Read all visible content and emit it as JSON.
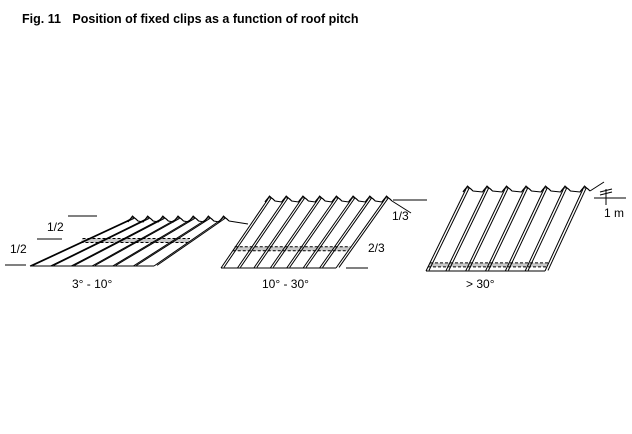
{
  "figure": {
    "number": "Fig. 11",
    "caption": "Position of fixed clips as a function of roof pitch"
  },
  "panels": [
    {
      "id": "low-pitch",
      "pitch_label": "3° - 10°",
      "fractions": [
        "1/2",
        "1/2"
      ]
    },
    {
      "id": "medium-pitch",
      "pitch_label": "10° - 30°",
      "fractions": [
        "1/3",
        "2/3"
      ]
    },
    {
      "id": "steep-pitch",
      "pitch_label": "> 30°",
      "distance_label": "1 m"
    }
  ],
  "colors": {
    "line": "#000000",
    "background": "#ffffff"
  }
}
